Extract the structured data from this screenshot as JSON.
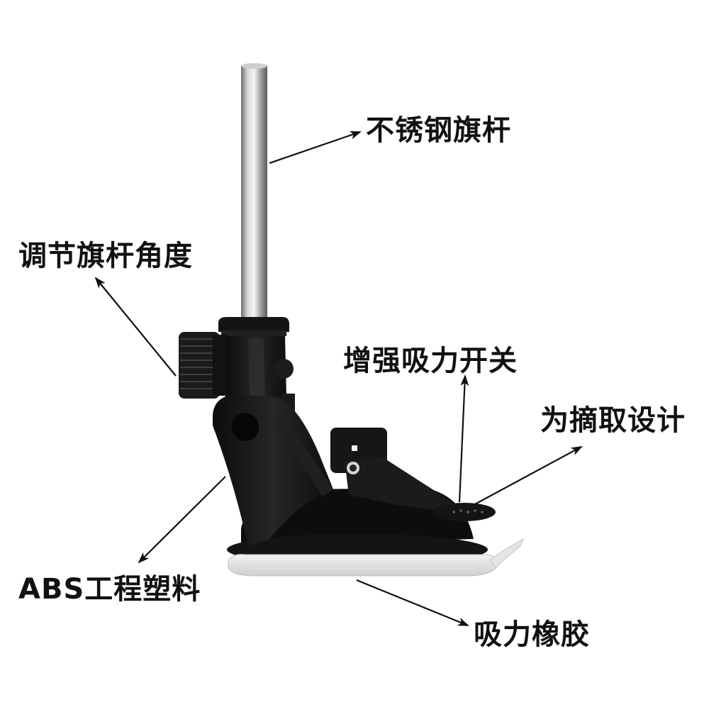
{
  "labels": {
    "pole": "不锈钢旗杆",
    "angle": "调节旗杆角度",
    "switch": "增强吸力开关",
    "design": "为摘取设计",
    "abs": "ABS工程塑料",
    "rubber": "吸力橡胶"
  },
  "colors": {
    "background": "#ffffff",
    "text": "#111111",
    "plastic": "#161616",
    "steel": "#a8a8a8",
    "rubber": "#e6e6e6"
  }
}
